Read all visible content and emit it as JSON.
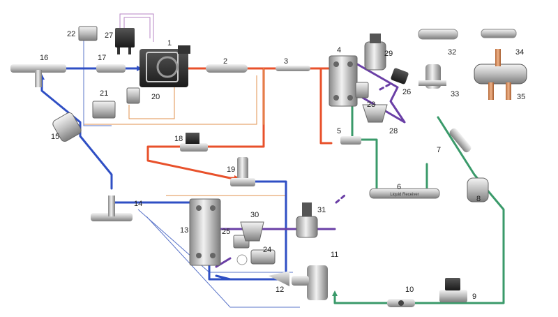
{
  "diagram": {
    "colors": {
      "discharge": "#e8512b",
      "suction": "#2f4fc4",
      "liquid": "#3a9a6a",
      "water": "#6a3fa6",
      "control": "#e0914e",
      "capillary": "#5a74c9",
      "wiring": "#b784c4"
    },
    "callouts": [
      "1",
      "2",
      "3",
      "4",
      "5",
      "6",
      "7",
      "8",
      "9",
      "10",
      "11",
      "12",
      "13",
      "14",
      "15",
      "16",
      "17",
      "18",
      "19",
      "20",
      "21",
      "22",
      "23",
      "24",
      "25",
      "26",
      "27",
      "28",
      "29",
      "30",
      "31",
      "32",
      "33",
      "34",
      "35"
    ],
    "receiver_label": "Liquid Receiver"
  }
}
